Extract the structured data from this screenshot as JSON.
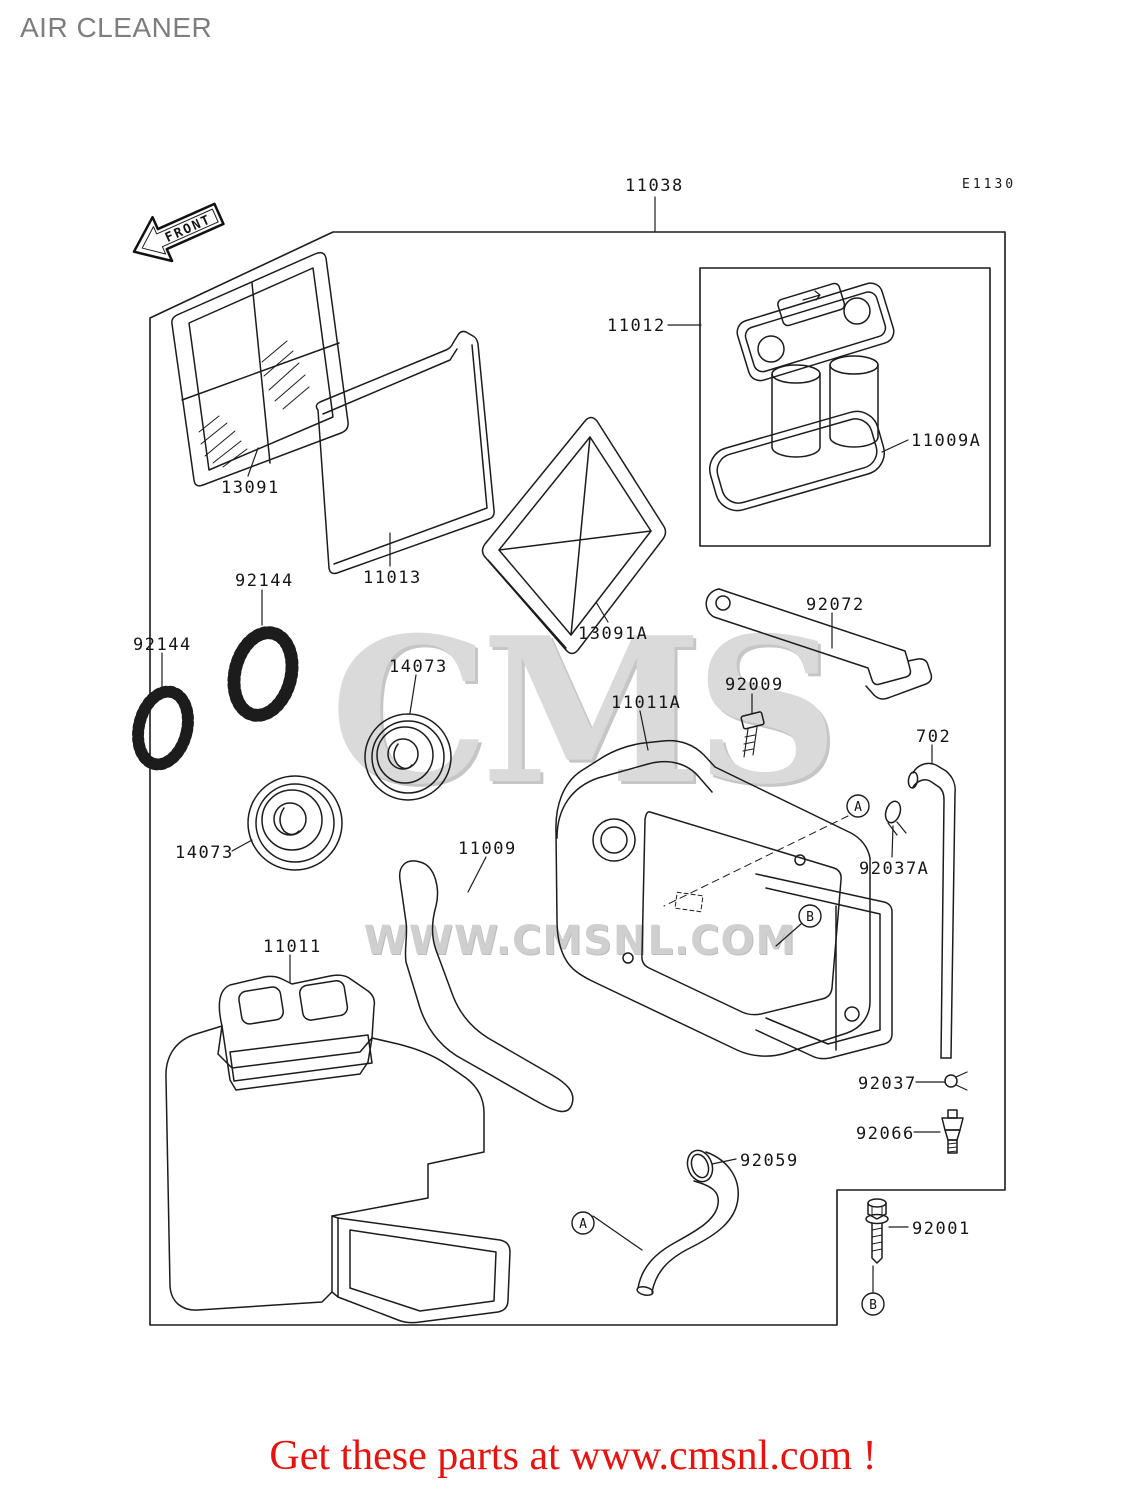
{
  "page": {
    "title": "AIR CLEANER",
    "diagram_code": "E1130",
    "front_label": "FRONT",
    "footer_link": "Get these parts at www.cmsnl.com !"
  },
  "watermark": {
    "logo": "CMS",
    "url": "WWW.CMSNL.COM"
  },
  "callouts": {
    "a": "A",
    "b": "B"
  },
  "parts": {
    "p11038": "11038",
    "p11012": "11012",
    "p11009a": "11009A",
    "p13091": "13091",
    "p11013": "11013",
    "p13091a": "13091A",
    "p92144": "92144",
    "p14073": "14073",
    "p11011a": "11011A",
    "p92009": "92009",
    "p92072": "92072",
    "p702": "702",
    "p92037a": "92037A",
    "p11009": "11009",
    "p92037": "92037",
    "p92066": "92066",
    "p11011": "11011",
    "p92059": "92059",
    "p92001": "92001"
  }
}
